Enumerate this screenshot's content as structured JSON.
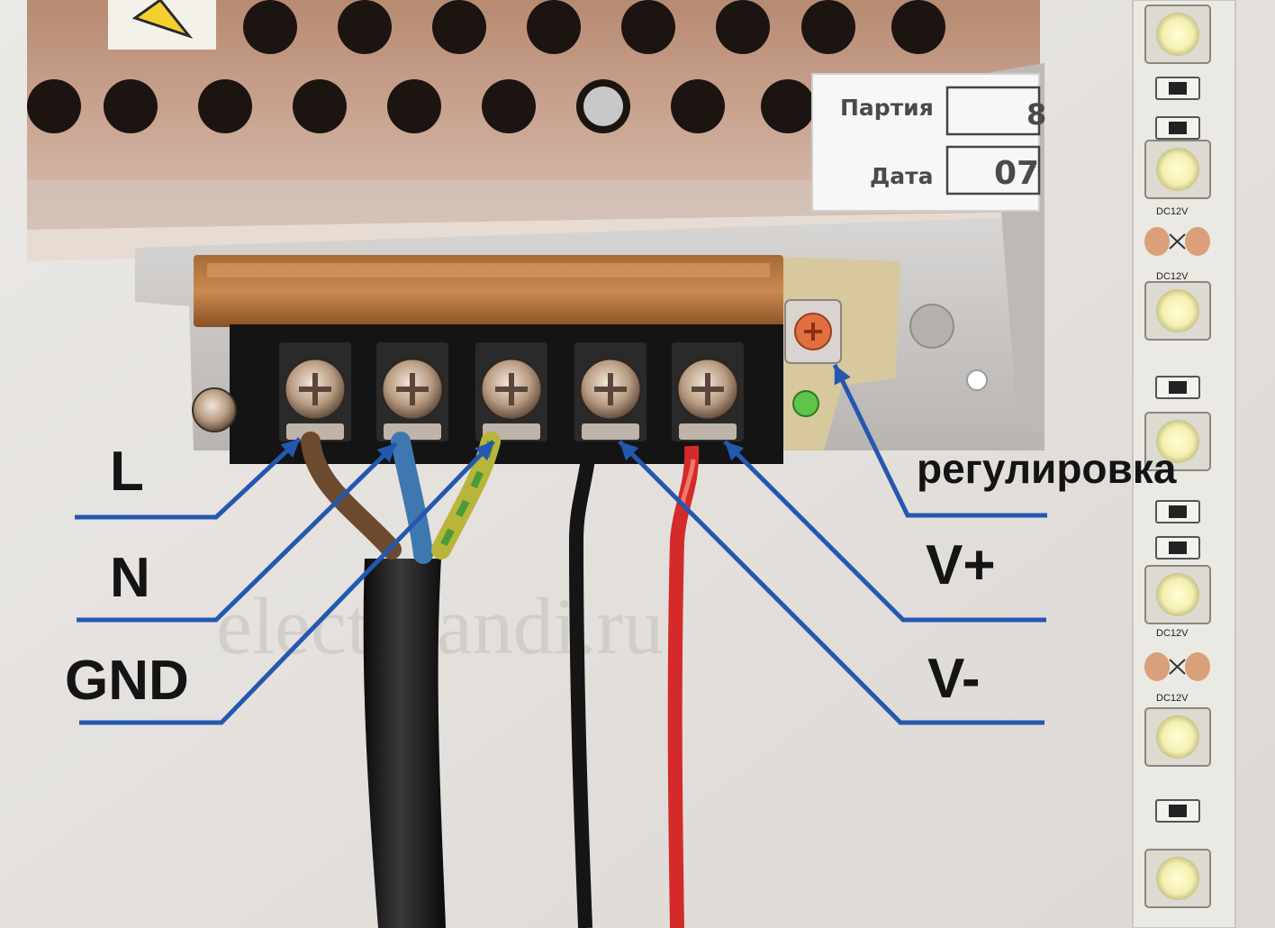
{
  "labels": {
    "l": "L",
    "n": "N",
    "gnd": "GND",
    "regulator": "регулировка",
    "v_plus": "V+",
    "v_minus": "V-"
  },
  "sticker": {
    "batch_label": "Партия",
    "batch_value": "8",
    "date_label": "Дата",
    "date_value": "07"
  },
  "strip": {
    "marking": "DC12V"
  },
  "watermark": "electroandi.ru",
  "colors": {
    "pointer_lines": "#2458b0",
    "wire_brown": "#6b4a2f",
    "wire_blue": "#3f78b0",
    "wire_black": "#151515",
    "wire_red": "#d42a2a"
  }
}
